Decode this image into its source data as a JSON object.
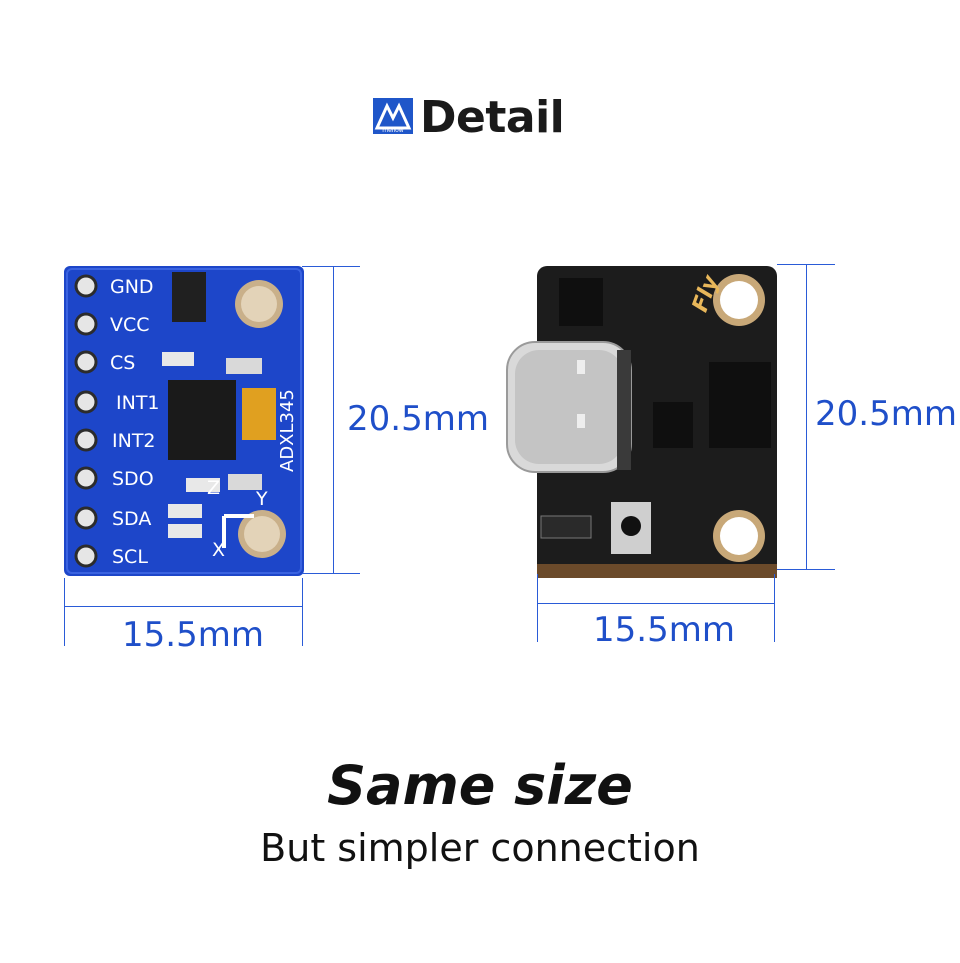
{
  "header": {
    "title": "Detail",
    "logo_text": "mellow"
  },
  "left_board": {
    "pins": [
      "GND",
      "VCC",
      "CS",
      "INT1",
      "INT2",
      "SDO",
      "SDA",
      "SCL"
    ],
    "chip_label": "ADXL345",
    "axis_labels": [
      "Z",
      "Y",
      "X"
    ],
    "height_label": "20.5mm",
    "width_label": "15.5mm"
  },
  "right_board": {
    "brand": "Fly",
    "height_label": "20.5mm",
    "width_label": "15.5mm"
  },
  "caption": {
    "main": "Same size",
    "sub": "But simpler connection"
  },
  "colors": {
    "dimension_blue": "#2a5bd7",
    "pcb_blue": "#1d46c9",
    "pcb_black": "#1c1c1c"
  }
}
